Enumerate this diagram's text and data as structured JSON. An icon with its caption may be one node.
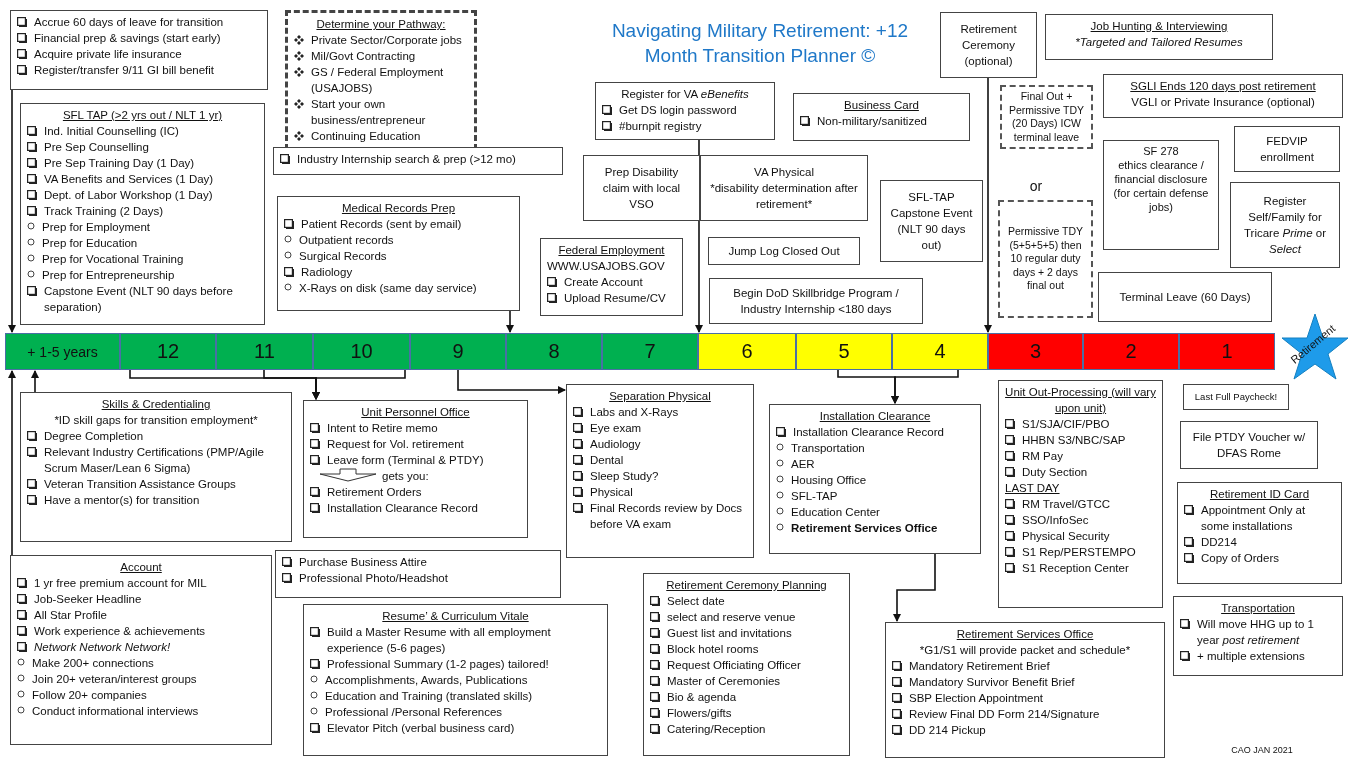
{
  "diagram": {
    "title": "Navigating Military Retirement: +12 Month Transition Planner ©",
    "nodes": [
      {
        "text": [
          "Accrue 60 days of leave for transition",
          "Financial prep & savings (start early)",
          "Acquire private life insurance",
          "Register/transfer 9/11 GI bill benefit"
        ]
      },
      {
        "text": [
          "SFL TAP (>2 yrs out / NLT 1 yr)",
          "Ind. Initial Counselling (IC)",
          "Pre Sep Counselling",
          "Pre Sep Training Day (1 Day)",
          "VA Benefits and Services (1 Day)",
          "Dept. of Labor Workshop (1 Day)",
          "Track Training (2 Days)",
          "Prep for Employment",
          "Prep for Education",
          "Prep for Vocational Training",
          "Prep for Entrepreneurship",
          "Capstone Event (NLT 90 days before separation)"
        ]
      },
      {
        "text": [
          "Determine your Pathway:",
          "Private Sector/Corporate jobs",
          "Mil/Govt Contracting",
          "GS / Federal Employment (USAJOBS)",
          "Start your own business/entrepreneur",
          "Continuing Education"
        ]
      },
      {
        "text": [
          "Industry Internship search & prep (>12 mo)"
        ]
      },
      {
        "text": [
          "Medical Records Prep",
          "Patient Records (sent by email)",
          "Outpatient records",
          "Surgical Records",
          "Radiology",
          "X-Rays on disk (same day service)"
        ]
      },
      {
        "text": [
          "Register for VA *eBenefits*",
          "Get DS login password",
          "#burnpit registry"
        ]
      },
      {
        "text": [
          "Business Card",
          "Non-military/sanitized"
        ]
      },
      {
        "text": [
          "Prep Disability claim with local VSO"
        ]
      },
      {
        "text": [
          "VA Physical",
          "*disability determination after retirement*"
        ]
      },
      {
        "text": [
          "Federal Employment",
          "WWW.USAJOBS.GOV",
          "Create Account",
          "Upload Resume/CV"
        ]
      },
      {
        "text": [
          "Jump Log Closed Out"
        ]
      },
      {
        "text": [
          "SFL-TAP Capstone Event (NLT 90 days out)"
        ]
      },
      {
        "text": [
          "Begin DoD Skillbridge Program / Industry Internship <180 days"
        ]
      },
      {
        "text": [
          "Retirement Ceremony (optional)"
        ]
      },
      {
        "text": [
          "Final Out + Permissive TDY (20 Days) ICW terminal leave"
        ]
      },
      {
        "text": [
          "Permissive TDY (5+5+5+5) then 10 regular duty days + 2 days final out"
        ]
      },
      {
        "text": [
          "Job Hunting & Interviewing",
          "*Targeted and Tailored Resumes"
        ]
      },
      {
        "text": [
          "SGLI  Ends 120 days post retirement",
          "VGLI or Private Insurance (optional)"
        ]
      },
      {
        "text": [
          "SF 278",
          "ethics clearance / financial disclosure (for certain defense jobs)"
        ]
      },
      {
        "text": [
          "FEDVIP enrollment"
        ]
      },
      {
        "text": [
          "Register Self/Family for Tricare *Prime* or *Select*"
        ]
      },
      {
        "text": [
          "Terminal Leave (60 Days)"
        ]
      },
      {
        "text": [
          "+ 1-5 years"
        ]
      },
      {
        "text": [
          "12"
        ]
      },
      {
        "text": [
          "11"
        ]
      },
      {
        "text": [
          "10"
        ]
      },
      {
        "text": [
          "9"
        ]
      },
      {
        "text": [
          "8"
        ]
      },
      {
        "text": [
          "7"
        ]
      },
      {
        "text": [
          "6"
        ]
      },
      {
        "text": [
          "5"
        ]
      },
      {
        "text": [
          "4"
        ]
      },
      {
        "text": [
          "3"
        ]
      },
      {
        "text": [
          "2"
        ]
      },
      {
        "text": [
          "1"
        ]
      },
      {
        "text": [
          "Retirement"
        ]
      },
      {
        "text": [
          "Skills & Credentialing",
          "*ID skill gaps for transition employment*",
          "Degree Completion",
          "Relevant Industry Certifications (PMP/Agile Scrum Maser/Lean 6 Sigma)",
          "Veteran Transition Assistance Groups",
          "Have a mentor(s) for transition"
        ]
      },
      {
        "text": [
          "Unit Personnel Office",
          "Intent to Retire memo",
          "Request for Vol. retirement",
          "Leave form (Terminal & PTDY)",
          "gets you:",
          "Retirement Orders",
          "Installation Clearance Record"
        ]
      },
      {
        "text": [
          "Separation Physical",
          "Labs and X-Rays",
          "Eye exam",
          "Audiology",
          "Dental",
          "Sleep Study?",
          "Physical",
          "Final Records review by Docs before VA exam"
        ]
      },
      {
        "text": [
          "Installation Clearance",
          "Installation Clearance Record",
          "Transportation",
          "AER",
          "Housing Office",
          "SFL-TAP",
          "Education Center",
          "Retirement Services Office"
        ]
      },
      {
        "text": [
          "Unit Out-Processing (will vary upon unit)",
          "S1/SJA/CIF/PBO",
          "HHBN S3/NBC/SAP",
          "RM Pay",
          "Duty Section",
          "LAST DAY",
          "RM Travel/GTCC",
          "SSO/InfoSec",
          "Physical Security",
          "S1 Rep/PERSTEMPO",
          "S1 Reception Center"
        ]
      },
      {
        "text": [
          "Last Full Paycheck!"
        ]
      },
      {
        "text": [
          "File PTDY Voucher w/ DFAS Rome"
        ]
      },
      {
        "text": [
          "Retirement ID Card",
          "Appointment Only at some installations",
          "DD214",
          "Copy of Orders"
        ]
      },
      {
        "text": [
          "Transportation",
          "Will move HHG up to 1 year *post retirement*",
          "+ multiple extensions"
        ]
      },
      {
        "text": [
          "Purchase Business Attire",
          "Professional Photo/Headshot"
        ]
      },
      {
        "text": [
          "Account",
          "1 yr free premium account for MIL",
          "Job-Seeker Headline",
          "All Star Profile",
          "Work experience & achievements",
          "Network Network Network!",
          "Make 200+ connections",
          "Join 20+ veteran/interest groups",
          "Follow 20+ companies",
          "Conduct informational interviews"
        ]
      },
      {
        "text": [
          "Resume’ &  Curriculum Vitale",
          "Build a Master Resume with all employment experience  (5-6 pages)",
          "Professional Summary (1-2 pages) tailored!",
          "Accomplishments, Awards, Publications",
          "Education and Training (translated skills)",
          "Professional /Personal References",
          "Elevator Pitch (verbal business card)"
        ]
      },
      {
        "text": [
          "Retirement Ceremony Planning",
          "Select date",
          "select and reserve venue",
          "Guest list and invitations",
          "Block hotel rooms",
          "Request Officiating Officer",
          "Master of Ceremonies",
          "Bio & agenda",
          "Flowers/gifts",
          "Catering/Reception"
        ]
      },
      {
        "text": [
          "Retirement Services Office",
          "*G1/S1 will provide packet and schedule*",
          "Mandatory Retirement Brief",
          "Mandatory Survivor Benefit Brief",
          "SBP Election Appointment",
          "Review Final DD Form 214/Signature",
          "DD 214 Pickup"
        ]
      }
    ],
    "edges": [
      {
        "from": 0,
        "to": 22,
        "arrow": "to"
      },
      {
        "from": 4,
        "to": 27,
        "arrow": "to"
      },
      {
        "from": 5,
        "to": 29,
        "arrow": "to"
      },
      {
        "from": 13,
        "to": 32,
        "arrow": "to"
      },
      {
        "from": 36,
        "to": 22,
        "arrow": "to"
      },
      {
        "from": 46,
        "to": 22,
        "arrow": "to"
      },
      {
        "from": 23,
        "to": 37,
        "arrow": "to"
      },
      {
        "from": 24,
        "to": 37,
        "arrow": "to"
      },
      {
        "from": 25,
        "to": 37,
        "arrow": "to"
      },
      {
        "from": 26,
        "to": 38,
        "arrow": "to"
      },
      {
        "from": 30,
        "to": 39,
        "arrow": "to"
      },
      {
        "from": 31,
        "to": 39,
        "arrow": "to"
      },
      {
        "from": 39,
        "to": 49,
        "arrow": "to"
      }
    ],
    "labels": [
      "or",
      "CAO JAN 2021"
    ]
  }
}
